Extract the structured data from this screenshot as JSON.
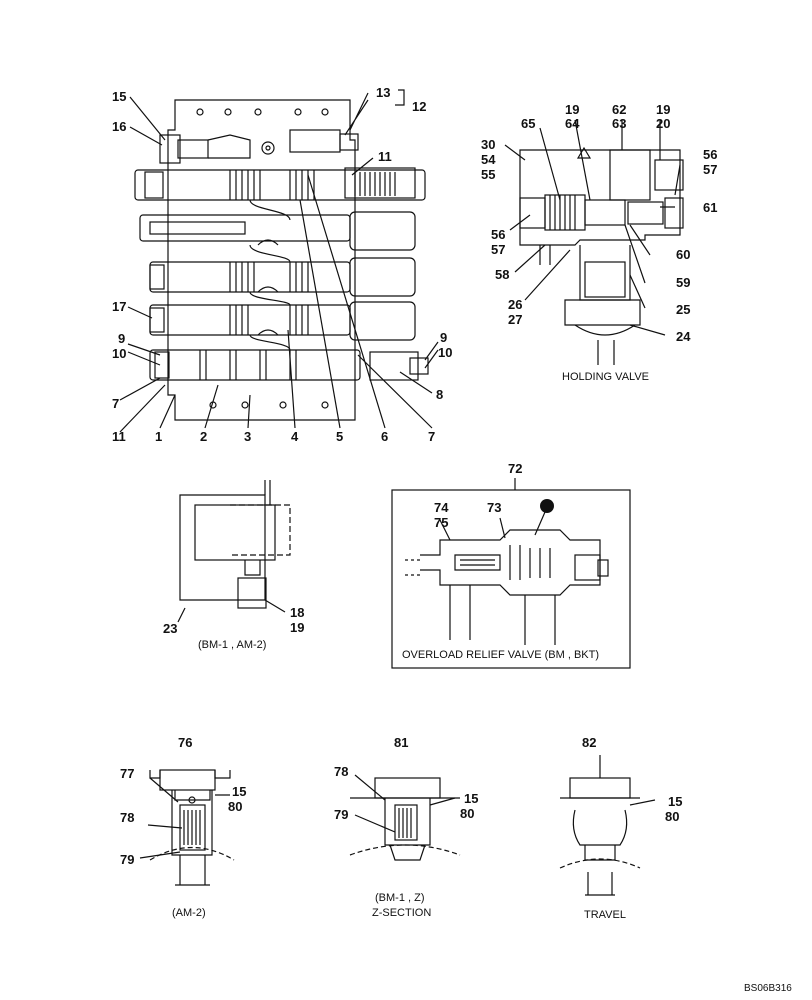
{
  "callouts": {
    "main": [
      "15",
      "16",
      "13",
      "12",
      "11",
      "17",
      "9",
      "10",
      "7",
      "11",
      "1",
      "2",
      "3",
      "4",
      "5",
      "6",
      "7",
      "8",
      "9",
      "10"
    ],
    "holding": [
      "19",
      "64",
      "62",
      "63",
      "19",
      "20",
      "65",
      "30",
      "54",
      "55",
      "56",
      "57",
      "61",
      "56",
      "57",
      "60",
      "58",
      "59",
      "26",
      "27",
      "25",
      "24"
    ],
    "solenoid": [
      "23",
      "18",
      "19"
    ],
    "overload": [
      "72",
      "74",
      "75",
      "73"
    ],
    "bottom_left": [
      "76",
      "77",
      "15",
      "80",
      "78",
      "79"
    ],
    "bottom_mid": [
      "81",
      "78",
      "15",
      "80",
      "79"
    ],
    "bottom_right": [
      "82",
      "15",
      "80"
    ]
  },
  "captions": {
    "holding_valve": "HOLDING VALVE",
    "solenoid": "(BM-1 , AM-2)",
    "overload": "OVERLOAD RELIEF VALVE (BM , BKT)",
    "am2": "(AM-2)",
    "bm1z_line1": "(BM-1 , Z)",
    "bm1z_line2": "Z-SECTION",
    "travel": "TRAVEL"
  },
  "drawing_code": "BS06B316"
}
